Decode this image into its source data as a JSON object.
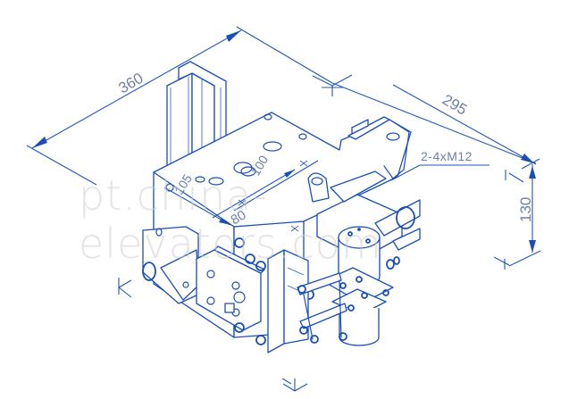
{
  "drawing": {
    "subject": "elevator safety gear isometric technical drawing",
    "line_color": "#1a4fb5",
    "text_color": "#6f7fa8",
    "background": "#ffffff"
  },
  "dimensions": {
    "length": "360",
    "width": "295",
    "height": "130",
    "offset_a": "105",
    "offset_b": "80",
    "offset_c": "100"
  },
  "callouts": {
    "bolts": "2-4xM12"
  },
  "watermark": "pt.china-elevators.com"
}
